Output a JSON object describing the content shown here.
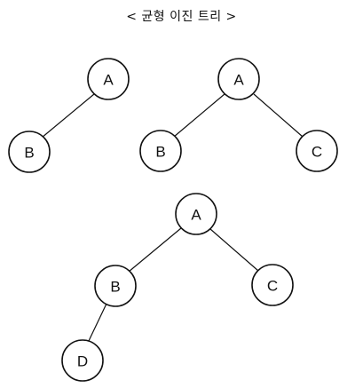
{
  "title": "< 균형 이진 트리 >",
  "trees": [
    {
      "nodes": [
        {
          "id": "t1-a",
          "label": "A"
        },
        {
          "id": "t1-b",
          "label": "B"
        }
      ],
      "edges": [
        [
          "t1-a",
          "t1-b"
        ]
      ]
    },
    {
      "nodes": [
        {
          "id": "t2-a",
          "label": "A"
        },
        {
          "id": "t2-b",
          "label": "B"
        },
        {
          "id": "t2-c",
          "label": "C"
        }
      ],
      "edges": [
        [
          "t2-a",
          "t2-b"
        ],
        [
          "t2-a",
          "t2-c"
        ]
      ]
    },
    {
      "nodes": [
        {
          "id": "t3-a",
          "label": "A"
        },
        {
          "id": "t3-b",
          "label": "B"
        },
        {
          "id": "t3-c",
          "label": "C"
        },
        {
          "id": "t3-d",
          "label": "D"
        }
      ],
      "edges": [
        [
          "t3-a",
          "t3-b"
        ],
        [
          "t3-a",
          "t3-c"
        ],
        [
          "t3-b",
          "t3-d"
        ]
      ]
    }
  ]
}
